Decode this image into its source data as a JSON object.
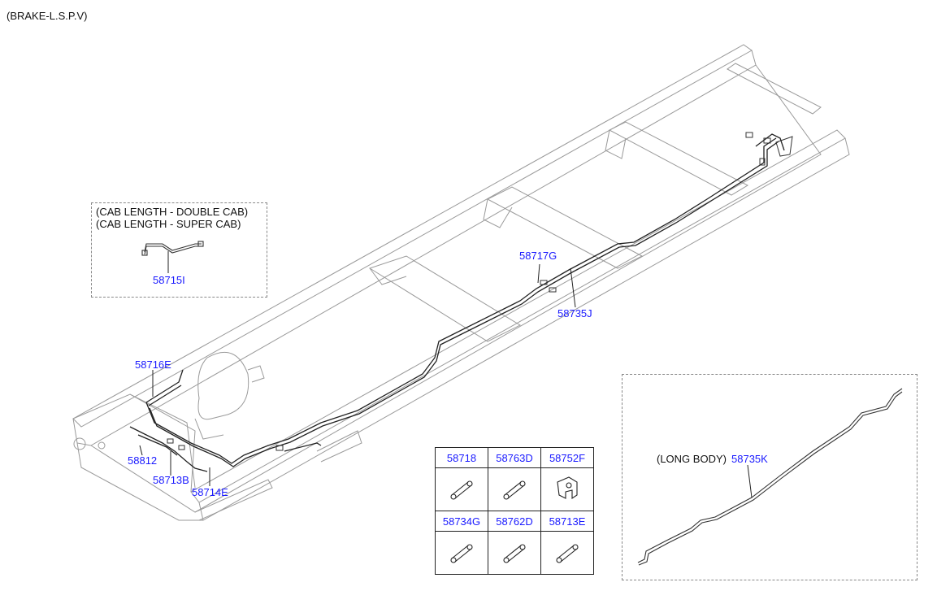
{
  "header": {
    "title": "(BRAKE-L.S.P.V)"
  },
  "inset_cab": {
    "line1": "(CAB LENGTH - DOUBLE CAB)",
    "line2": "(CAB LENGTH - SUPER CAB)",
    "part": "58715I"
  },
  "inset_long": {
    "note": "(LONG BODY)",
    "part": "58735K"
  },
  "callouts": {
    "c1": "58717G",
    "c2": "58735J",
    "c3": "58716E",
    "c4": "58812",
    "c5": "58713B",
    "c6": "58714E"
  },
  "parts_table": {
    "row1": [
      "58718",
      "58763D",
      "58752F"
    ],
    "row2": [
      "58734G",
      "58762D",
      "58713E"
    ],
    "row1_icons": [
      "tube-sleeve-icon",
      "tube-sleeve-icon",
      "clip-icon"
    ],
    "row2_icons": [
      "tube-sleeve-icon",
      "tube-sleeve-icon",
      "tube-sleeve-icon"
    ]
  }
}
